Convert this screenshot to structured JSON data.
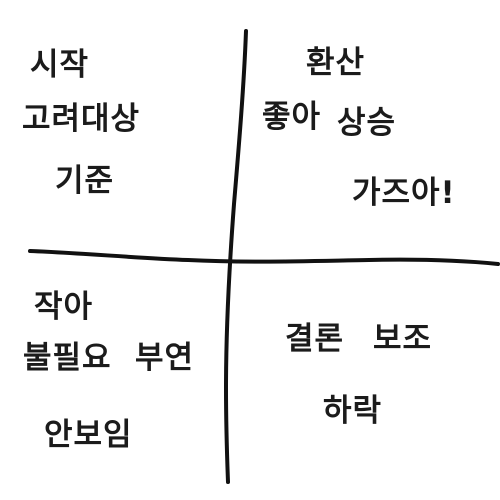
{
  "quadrants": {
    "top_left": {
      "start": "시작",
      "target": "고려대상",
      "basis": "기준"
    },
    "top_right": {
      "calc": "환산",
      "good": "좋아",
      "rise": "상승",
      "go": "가즈아!"
    },
    "bottom_left": {
      "small": "작아",
      "unneeded": "불필요",
      "side": "부연",
      "safe": "안보임"
    },
    "bottom_right": {
      "result": "결론",
      "support": "보조",
      "drop": "하락"
    }
  },
  "colors": {
    "ink": "#1b1b1b",
    "background": "#ffffff"
  }
}
